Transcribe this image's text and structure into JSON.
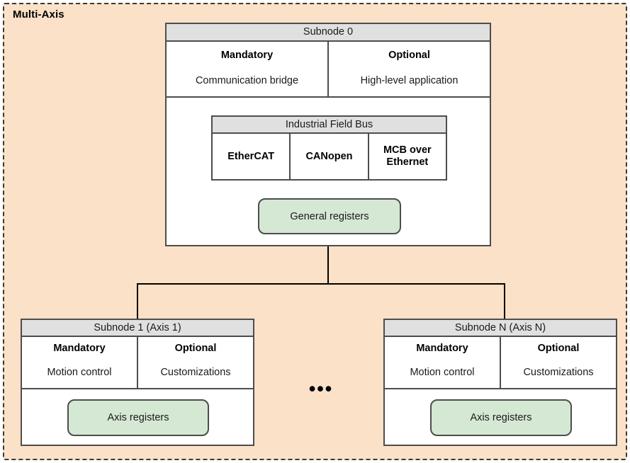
{
  "container": {
    "title": "Multi-Axis",
    "background_color": "#fae1c8",
    "border_color": "#3a3a3a"
  },
  "colors": {
    "header_gray": "#e0e0e0",
    "register_green": "#d5e8d4",
    "box_border": "#4d4d4d",
    "line": "#000000",
    "panel_white": "#ffffff"
  },
  "subnode0": {
    "header": "Subnode 0",
    "columns": [
      {
        "title": "Mandatory",
        "value": "Communication bridge"
      },
      {
        "title": "Optional",
        "value": "High-level application"
      }
    ],
    "fieldbus": {
      "header": "Industrial Field Bus",
      "options": [
        "EtherCAT",
        "CANopen",
        "MCB over Ethernet"
      ]
    },
    "registers": "General registers"
  },
  "subnode1": {
    "header": "Subnode 1 (Axis 1)",
    "columns": [
      {
        "title": "Mandatory",
        "value": "Motion control"
      },
      {
        "title": "Optional",
        "value": "Customizations"
      }
    ],
    "registers": "Axis registers"
  },
  "subnodeN": {
    "header": "Subnode N (Axis N)",
    "columns": [
      {
        "title": "Mandatory",
        "value": "Motion control"
      },
      {
        "title": "Optional",
        "value": "Customizations"
      }
    ],
    "registers": "Axis registers"
  },
  "ellipsis": "•••"
}
